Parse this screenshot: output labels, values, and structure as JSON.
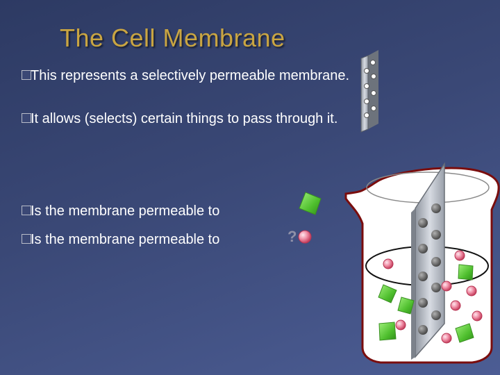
{
  "slide": {
    "title": "The Cell Membrane",
    "bullets": [
      "This represents a selectively permeable membrane.",
      "It allows (selects) certain things to pass through it.",
      "Is the membrane permeable to",
      "Is the membrane permeable to"
    ],
    "question_mark": "?"
  },
  "colors": {
    "title": "#c9a542",
    "text": "#ffffff",
    "membrane": "#b8bcc4",
    "green_cube": "#5cc43c",
    "pink_ball": "#e86e8a",
    "gray_ball": "#6f6f6f",
    "beaker_outline": "#7a0d0d"
  },
  "icons": [
    "checkbox-bullet-icon",
    "membrane-strip-icon",
    "green-cube-icon",
    "pink-ball-icon",
    "beaker-icon"
  ]
}
